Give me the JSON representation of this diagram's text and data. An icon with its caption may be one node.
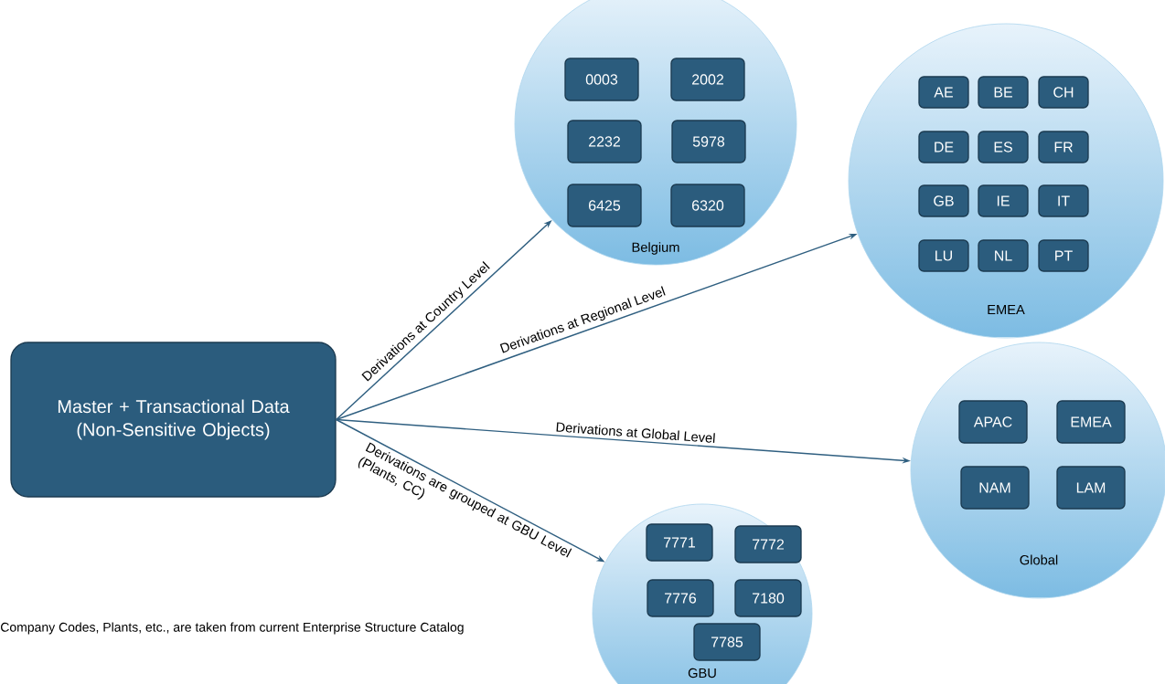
{
  "diagram": {
    "nodes": [
      {
        "text": [
          "Master + Transactional Data (Non-Sensitive Objects)"
        ]
      },
      {
        "text": [
          "Belgium"
        ]
      },
      {
        "text": [
          "0003"
        ],
        "in": 1
      },
      {
        "text": [
          "2002"
        ],
        "in": 1
      },
      {
        "text": [
          "2232"
        ],
        "in": 1
      },
      {
        "text": [
          "5978"
        ],
        "in": 1
      },
      {
        "text": [
          "6425"
        ],
        "in": 1
      },
      {
        "text": [
          "6320"
        ],
        "in": 1
      },
      {
        "text": [
          "EMEA"
        ]
      },
      {
        "text": [
          "AE"
        ],
        "in": 8
      },
      {
        "text": [
          "BE"
        ],
        "in": 8
      },
      {
        "text": [
          "CH"
        ],
        "in": 8
      },
      {
        "text": [
          "DE"
        ],
        "in": 8
      },
      {
        "text": [
          "ES"
        ],
        "in": 8
      },
      {
        "text": [
          "FR"
        ],
        "in": 8
      },
      {
        "text": [
          "GB"
        ],
        "in": 8
      },
      {
        "text": [
          "IE"
        ],
        "in": 8
      },
      {
        "text": [
          "IT"
        ],
        "in": 8
      },
      {
        "text": [
          "LU"
        ],
        "in": 8
      },
      {
        "text": [
          "NL"
        ],
        "in": 8
      },
      {
        "text": [
          "PT"
        ],
        "in": 8
      },
      {
        "text": [
          "Global"
        ]
      },
      {
        "text": [
          "APAC"
        ],
        "in": 21
      },
      {
        "text": [
          "EMEA"
        ],
        "in": 21
      },
      {
        "text": [
          "NAM"
        ],
        "in": 21
      },
      {
        "text": [
          "LAM"
        ],
        "in": 21
      },
      {
        "text": [
          "GBU"
        ]
      },
      {
        "text": [
          "7771"
        ],
        "in": 26
      },
      {
        "text": [
          "7772"
        ],
        "in": 26
      },
      {
        "text": [
          "7776"
        ],
        "in": 26
      },
      {
        "text": [
          "7180"
        ],
        "in": 26
      },
      {
        "text": [
          "7785"
        ],
        "in": 26
      }
    ],
    "edges": [
      {
        "from": 0,
        "to": 1,
        "arrow": "to",
        "label": "Derivations at Country Level"
      },
      {
        "from": 0,
        "to": 8,
        "arrow": "to",
        "label": "Derivations at Regional Level"
      },
      {
        "from": 0,
        "to": 21,
        "arrow": "to",
        "label": "Derivations at Global Level"
      },
      {
        "from": 0,
        "to": 26,
        "arrow": "to",
        "label": "Derivations are grouped at GBU Level (Plants, CC)"
      }
    ],
    "labels": [
      "Company Codes, Plants, etc., are taken from current Enterprise Structure Catalog"
    ]
  }
}
